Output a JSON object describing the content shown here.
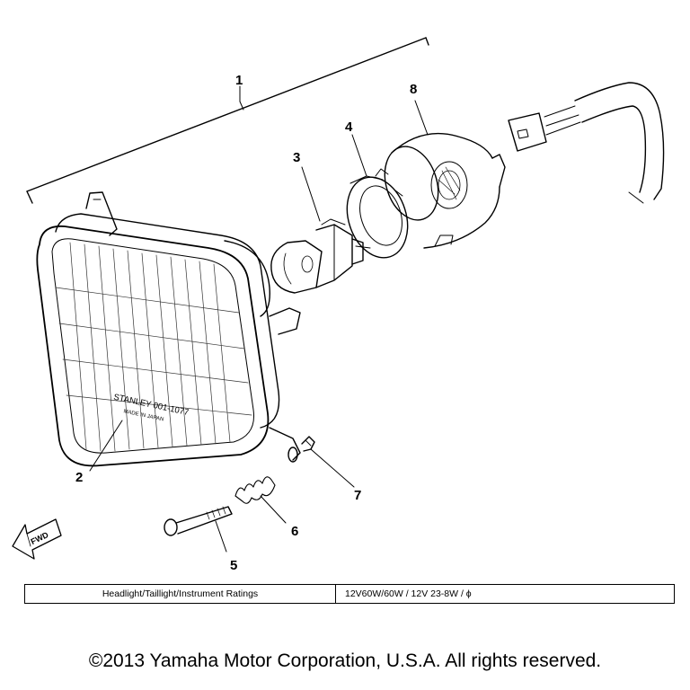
{
  "diagram": {
    "callouts": [
      "1",
      "2",
      "3",
      "4",
      "5",
      "6",
      "7",
      "8"
    ],
    "lens_text": [
      "STANLEY 001-1077",
      "MADE IN JAPAN"
    ],
    "fwd_label": "FWD",
    "icons": [
      "fwd-arrow-icon",
      "headlight-unit",
      "bulb",
      "bulb-holder",
      "socket-cover",
      "wire-harness-connector",
      "adjusting-screw",
      "spring",
      "clip"
    ]
  },
  "ratings": {
    "label": "Headlight/Taillight/Instrument Ratings",
    "value": "12V60W/60W / 12V 23-8W / ϕ"
  },
  "footer": {
    "copyright": "©2013 Yamaha Motor Corporation, U.S.A. All rights reserved."
  }
}
